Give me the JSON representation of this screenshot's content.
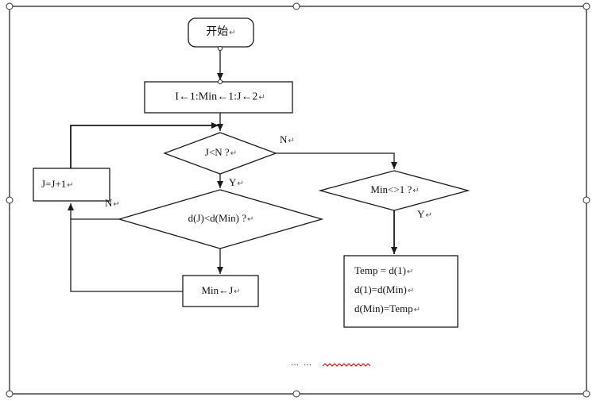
{
  "flowchart": {
    "start": {
      "label": "开始"
    },
    "init": {
      "label": "I←1:Min←1:J←2"
    },
    "cond_loop": {
      "label": "J<N ?"
    },
    "cond_compare": {
      "label": "d(J)<d(Min) ?"
    },
    "cond_swap": {
      "label": "Min<>1 ?"
    },
    "increment": {
      "label": "J=J+1"
    },
    "assign_min": {
      "label": "Min←J"
    },
    "swap_block": {
      "lines": [
        "Temp = d(1)",
        "d(1)=d(Min)",
        "d(Min)=Temp"
      ]
    },
    "edge_labels": {
      "loop_no": "N",
      "loop_yes": "Y",
      "compare_no": "N",
      "swap_yes": "Y"
    },
    "paragraph_mark": "↵",
    "trailing_text": "……"
  },
  "colors": {
    "stroke": "#1a1a1a",
    "frame": "#444444",
    "spell_underline": "#cc0000"
  }
}
